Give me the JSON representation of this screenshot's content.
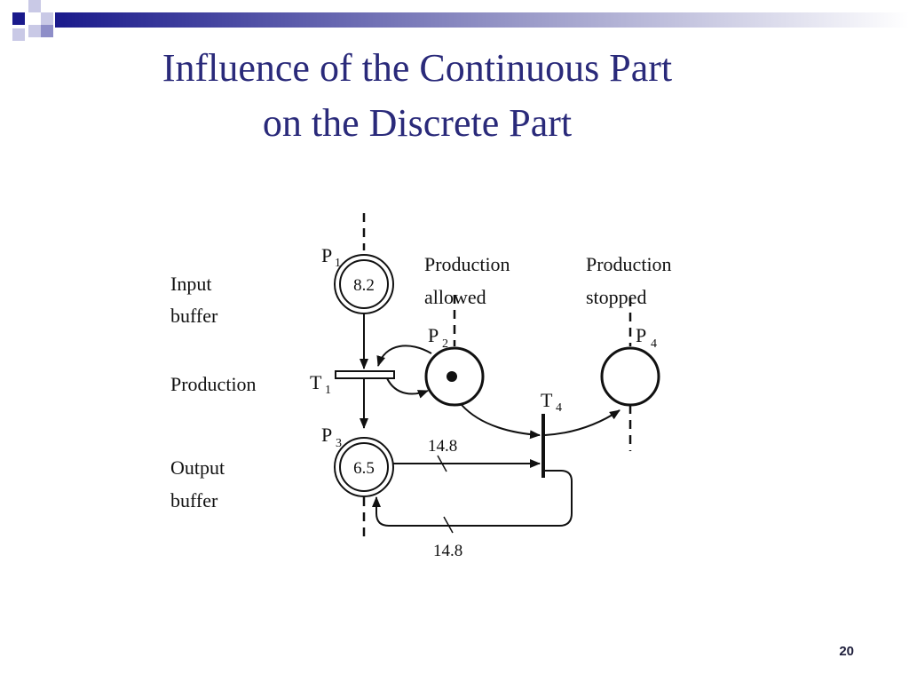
{
  "slide": {
    "title_line1": "Influence of the Continuous Part",
    "title_line2": "on the Discrete Part",
    "page_number": "20",
    "title_color": "#2a2a7a",
    "accent_color": "#1a1a8c"
  },
  "diagram": {
    "row_labels": {
      "input_1": "Input",
      "input_2": "buffer",
      "production": "Production",
      "output_1": "Output",
      "output_2": "buffer"
    },
    "places": {
      "p1": {
        "name": "P",
        "sub": "1",
        "marking": "8.2"
      },
      "p2": {
        "name": "P",
        "sub": "2"
      },
      "p3": {
        "name": "P",
        "sub": "3",
        "marking": "6.5"
      },
      "p4": {
        "name": "P",
        "sub": "4"
      }
    },
    "transitions": {
      "t1": {
        "name": "T",
        "sub": "1"
      },
      "t4": {
        "name": "T",
        "sub": "4"
      }
    },
    "state_labels": {
      "allowed_1": "Production",
      "allowed_2": "allowed",
      "stopped_1": "Production",
      "stopped_2": "stopped"
    },
    "arc_weights": {
      "upper": "14.8",
      "lower": "14.8"
    }
  }
}
